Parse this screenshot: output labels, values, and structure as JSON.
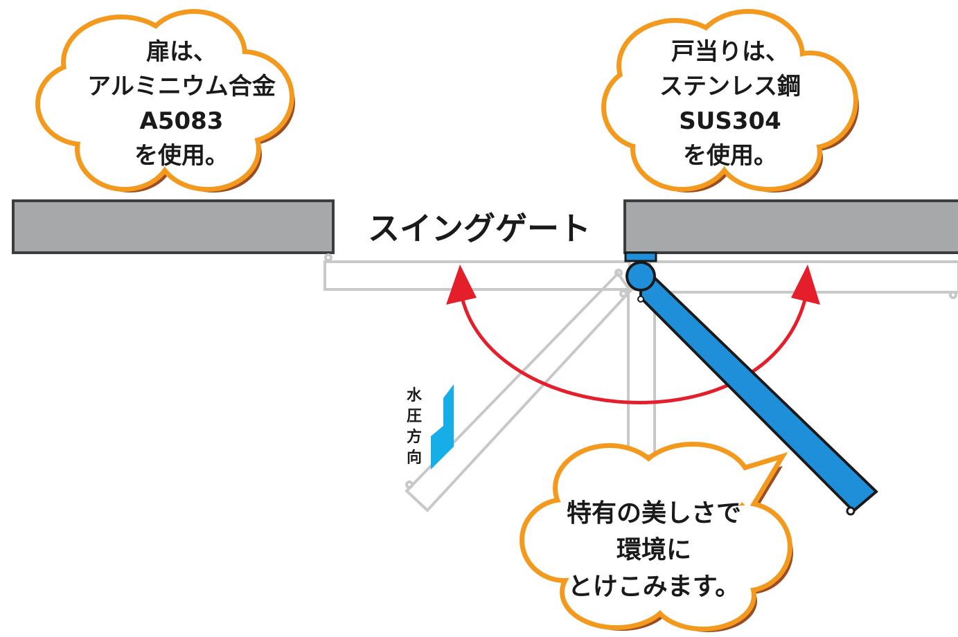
{
  "title": "スイングゲート",
  "callouts": {
    "door": {
      "lines": [
        "扉は、",
        "アルミニウム合金",
        "A5083",
        "を使用。"
      ]
    },
    "stopper": {
      "lines": [
        "戸当りは、",
        "ステンレス鋼",
        "SUS304",
        "を使用。"
      ]
    },
    "beauty": {
      "lines": [
        "特有の美しさで",
        "環境に",
        "とけこみます。"
      ]
    }
  },
  "water_pressure": {
    "chars": [
      "水",
      "圧",
      "方",
      "向"
    ]
  },
  "colors": {
    "cloud_fill": "#ffffff",
    "cloud_outline": "#f39a1e",
    "cloud_shadow": "#9c4b22",
    "wall_fill": "#a7a8aa",
    "wall_stroke": "#3d3d3d",
    "gate_fill": "#1e8fd8",
    "gate_stroke": "#1a1a1a",
    "arc": "#e41f2b",
    "ghost": "#c8c8c8",
    "arrow_blue": "#16aee6"
  }
}
